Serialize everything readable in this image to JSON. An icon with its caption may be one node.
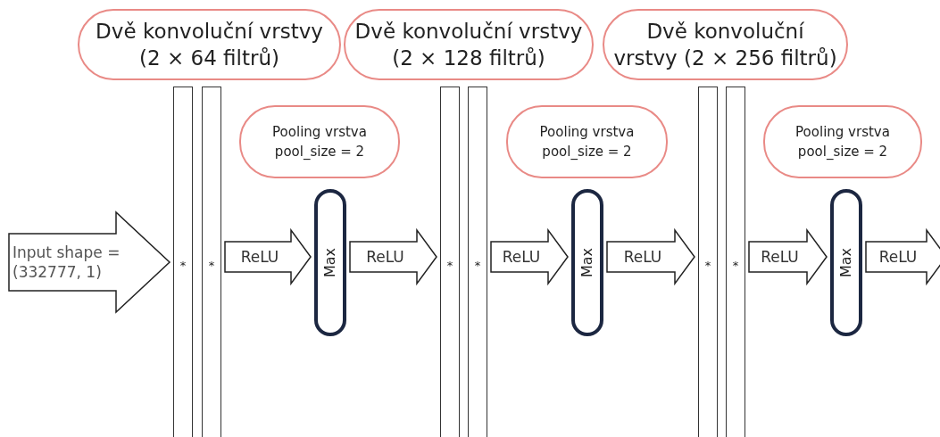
{
  "diagram": {
    "nodes": [
      {
        "text": [
          "Dvě konvoluční vrstvy (2 × 64 filtrů)"
        ]
      },
      {
        "text": [
          "*"
        ]
      },
      {
        "text": [
          "*"
        ]
      },
      {
        "text": [
          "Pooling vrstva",
          "pool_size = 2"
        ]
      },
      {
        "text": [
          "Max"
        ]
      },
      {
        "text": [
          "Dvě konvoluční vrstvy (2 × 128 filtrů)"
        ]
      },
      {
        "text": [
          "*"
        ]
      },
      {
        "text": [
          "*"
        ]
      },
      {
        "text": [
          "Pooling vrstva",
          "pool_size = 2"
        ]
      },
      {
        "text": [
          "Max"
        ]
      },
      {
        "text": [
          "Dvě konvoluční vrstvy (2 × 256 filtrů)"
        ]
      },
      {
        "text": [
          "*"
        ]
      },
      {
        "text": [
          "*"
        ]
      },
      {
        "text": [
          "Pooling vrstva",
          "pool_size = 2"
        ]
      },
      {
        "text": [
          "Max"
        ]
      }
    ],
    "edges": [
      {
        "from": null,
        "to": 1,
        "arrow": "to",
        "label": "Input shape = (332777, 1)"
      },
      {
        "from": 2,
        "to": 4,
        "arrow": "to",
        "label": "ReLU"
      },
      {
        "from": 4,
        "to": 6,
        "arrow": "to",
        "label": "ReLU"
      },
      {
        "from": 7,
        "to": 9,
        "arrow": "to",
        "label": "ReLU"
      },
      {
        "from": 9,
        "to": 11,
        "arrow": "to",
        "label": "ReLU"
      },
      {
        "from": 12,
        "to": 14,
        "arrow": "to",
        "label": "ReLU"
      },
      {
        "from": 14,
        "to": null,
        "arrow": "to",
        "label": "ReLU"
      }
    ]
  }
}
